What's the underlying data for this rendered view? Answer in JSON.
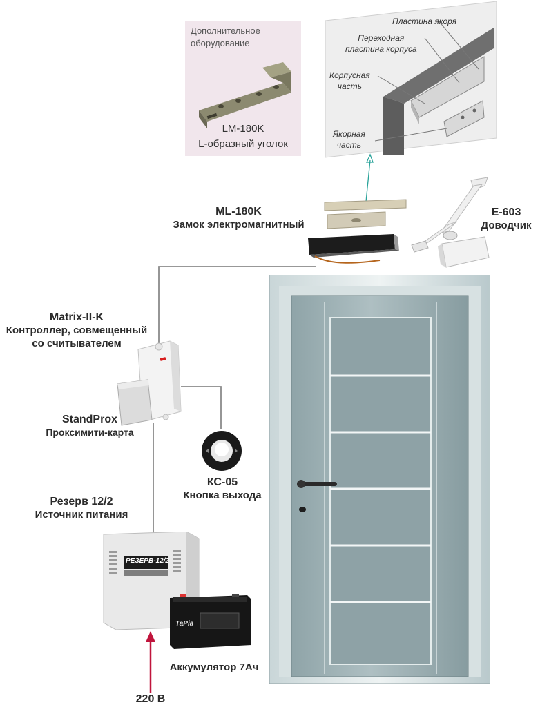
{
  "extra_equipment": {
    "title_line1": "Дополнительное",
    "title_line2": "оборудование",
    "model": "LM-180K",
    "desc": "L-образный уголок"
  },
  "mount_detail": {
    "anchor_plate": "Пластина якоря",
    "transition_line1": "Переходная",
    "transition_line2": "пластина корпуса",
    "body_line1": "Корпусная",
    "body_line2": "часть",
    "armature_line1": "Якорная",
    "armature_line2": "часть"
  },
  "lock": {
    "model": "ML-180K",
    "desc": "Замок электромагнитный"
  },
  "closer": {
    "model": "E-603",
    "desc": "Доводчик"
  },
  "controller": {
    "model": "Matrix-II-K",
    "desc_line1": "Контроллер, совмещенный",
    "desc_line2": "со считывателем"
  },
  "card": {
    "model": "StandProx",
    "desc": "Проксимити-карта"
  },
  "exit_button": {
    "model": "КС-05",
    "desc": "Кнопка выхода"
  },
  "power": {
    "model": "Резерв 12/2",
    "desc": "Источник питания",
    "panel_text": "РЕЗЕРВ-12/2"
  },
  "battery": {
    "desc": "Аккумулятор 7Ач",
    "brand": "TaPia"
  },
  "mains": {
    "label": "220 В"
  },
  "colors": {
    "wire": "#8a8a8a",
    "mains_arrow": "#c0143c",
    "door": "#9fb3b8",
    "panel_bg": "#f1e6ec"
  }
}
